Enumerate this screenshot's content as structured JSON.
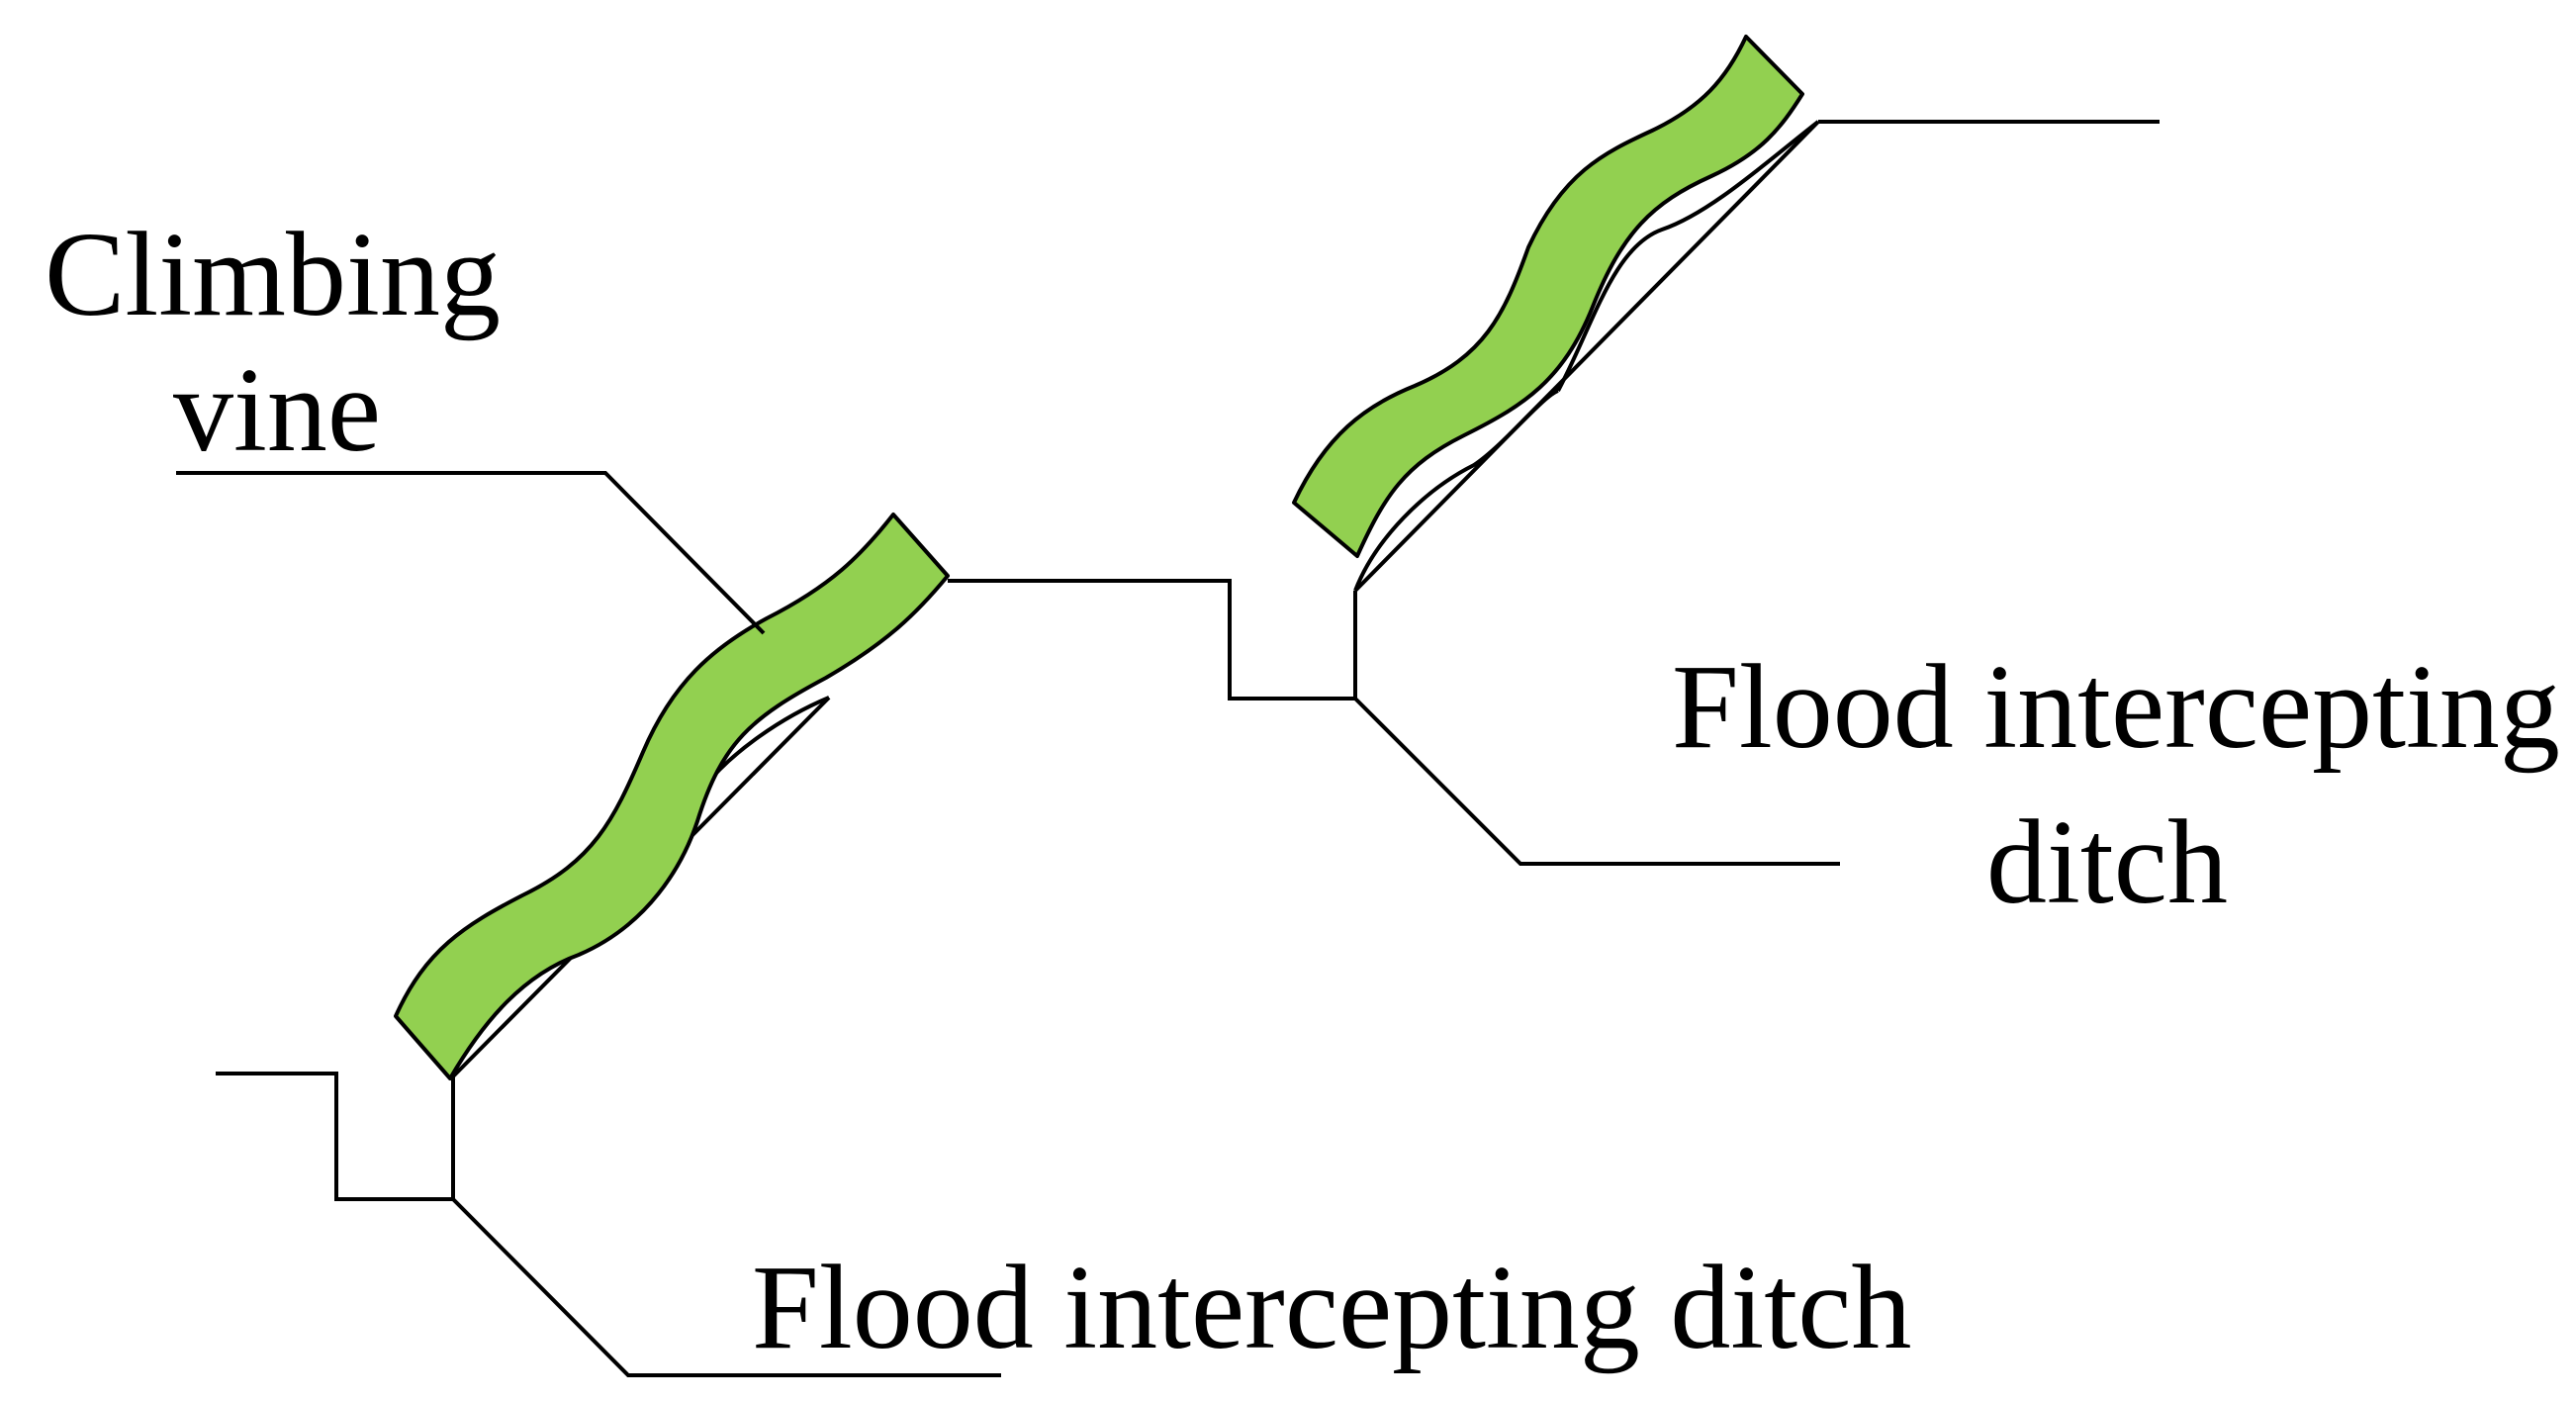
{
  "colors": {
    "background": "#ffffff",
    "line": "#000000",
    "vine": "#92d050"
  },
  "labels": {
    "climbing_vine_line1": "Climbing",
    "climbing_vine_line2": "vine",
    "ditch_upper_line1": "Flood intercepting",
    "ditch_upper_line2": "ditch",
    "ditch_lower": "Flood intercepting ditch"
  }
}
